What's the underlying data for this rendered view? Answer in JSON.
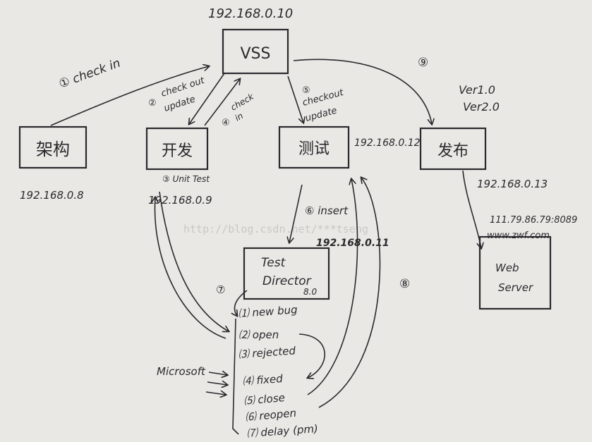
{
  "nodes": {
    "vss": {
      "label": "VSS",
      "ip": "192.168.0.10"
    },
    "arch": {
      "label": "架构",
      "ip": "192.168.0.8"
    },
    "dev": {
      "label": "开发",
      "ip": "192.168.0.9"
    },
    "test": {
      "label": "测试",
      "ip": "192.168.0.12"
    },
    "release": {
      "label": "发布",
      "ip": "192.168.0.13",
      "ver1": "Ver1.0",
      "ver2": "Ver2.0"
    },
    "testdirector": {
      "line1": "Test",
      "line2": "Director",
      "version": "8.0",
      "ip": "192.168.0.11"
    },
    "webserver": {
      "line1": "Web",
      "line2": "Server",
      "addr": "111.79.86.79:8089",
      "url": "www.zwf.com"
    }
  },
  "edges": {
    "e1": "① check in",
    "e2_num": "②",
    "e2a": "check out",
    "e2b": "update",
    "e3": "③ Unit Test",
    "e4_num": "④",
    "e4a": "check",
    "e4b": "in",
    "e5_num": "⑤",
    "e5a": "checkout",
    "e5b": "update",
    "e6": "⑥ insert",
    "e7": "⑦",
    "e8": "⑧",
    "e9": "⑨"
  },
  "bug_states": [
    "⑴ new bug",
    "⑵ open",
    "⑶ rejected",
    "⑷ fixed",
    "⑸ close",
    "⑹ reopen",
    "⑺ delay (pm)"
  ],
  "microsoft": "Microsoft",
  "watermark": "http://blog.csdn.net/***tseng"
}
